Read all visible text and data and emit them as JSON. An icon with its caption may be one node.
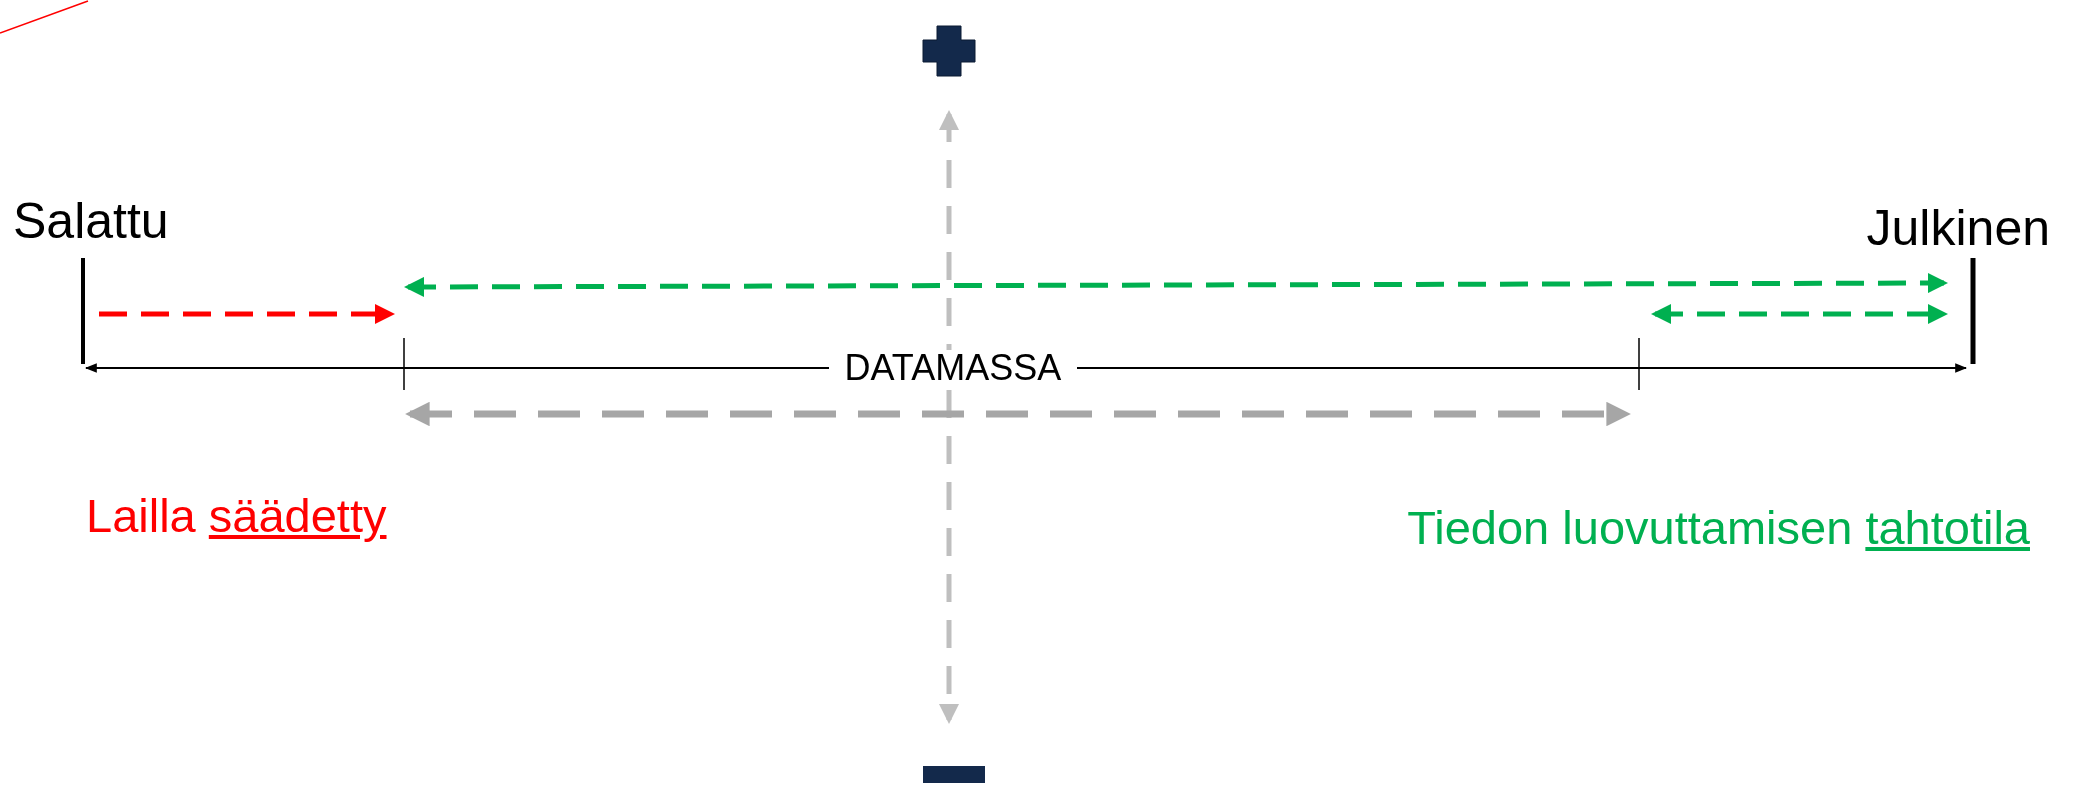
{
  "diagram": {
    "labels": [
      "Salattu",
      "Julkinen",
      "DATAMASSA",
      "Lailla säädetty",
      "Tiedon luovuttamisen tahtotila"
    ]
  }
}
